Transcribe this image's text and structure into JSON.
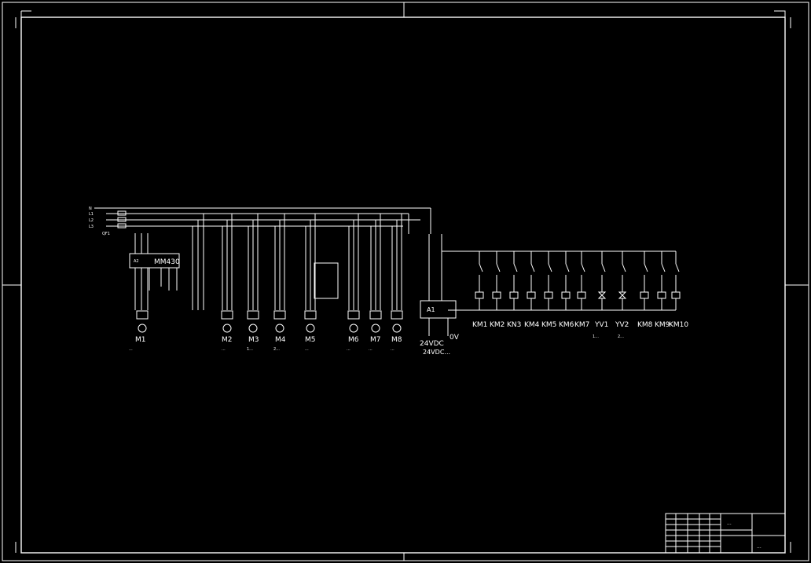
{
  "bus": {
    "lines": [
      "N",
      "L1",
      "L2",
      "L3"
    ],
    "main_switch": "QF1"
  },
  "inverter": {
    "label": "MM430",
    "prefix": "A2"
  },
  "motors": [
    {
      "id": "M1",
      "caption": "..."
    },
    {
      "id": "M2",
      "caption": "..."
    },
    {
      "id": "M3",
      "caption": "1..."
    },
    {
      "id": "M4",
      "caption": "2..."
    },
    {
      "id": "M5",
      "caption": "..."
    },
    {
      "id": "M6",
      "caption": "..."
    },
    {
      "id": "M7",
      "caption": "..."
    },
    {
      "id": "M8",
      "caption": "..."
    }
  ],
  "power_supply": {
    "id": "A1",
    "out_pos": "24VDC",
    "out_neg": "0V",
    "caption": "24VDC..."
  },
  "coils": [
    {
      "label": "KM1",
      "type": "relay"
    },
    {
      "label": "KM2",
      "type": "relay"
    },
    {
      "label": "KN3",
      "type": "relay"
    },
    {
      "label": "KM4",
      "type": "relay"
    },
    {
      "label": "KM5",
      "type": "relay"
    },
    {
      "label": "KM6",
      "type": "relay"
    },
    {
      "label": "KM7",
      "type": "relay"
    },
    {
      "label": "YV1",
      "type": "valve"
    },
    {
      "label": "YV2",
      "type": "valve"
    },
    {
      "label": "KM8",
      "type": "relay"
    },
    {
      "label": "KM9",
      "type": "relay"
    },
    {
      "label": "KM10",
      "type": "relay"
    }
  ],
  "valve_captions": [
    "1...",
    "2..."
  ],
  "title_block": {
    "col1": "...",
    "col2": "..."
  }
}
